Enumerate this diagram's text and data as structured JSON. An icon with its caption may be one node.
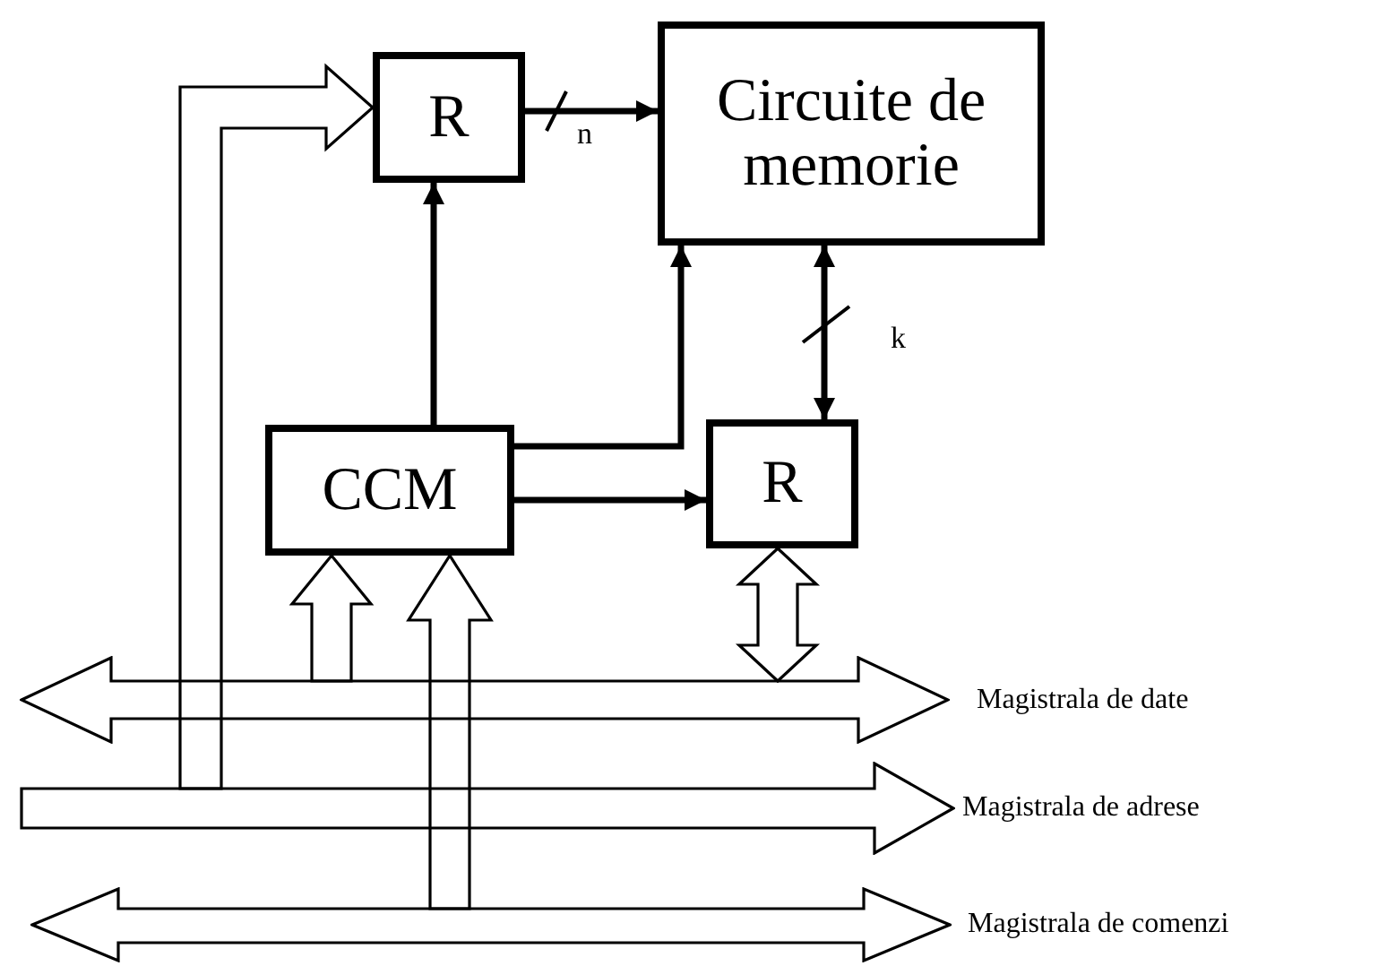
{
  "diagram": {
    "nodes": [
      {
        "text": [
          "R"
        ]
      },
      {
        "text": [
          "Circuite de memorie"
        ]
      },
      {
        "text": [
          "CCM"
        ]
      },
      {
        "text": [
          "R"
        ]
      },
      {
        "text": [
          "Magistrala de date"
        ]
      },
      {
        "text": [
          "Magistrala de adrese"
        ]
      },
      {
        "text": [
          "Magistrala de comenzi"
        ]
      }
    ],
    "edges": [
      {
        "from": 0,
        "to": 1,
        "arrow": "to",
        "label": "n"
      },
      {
        "from": 2,
        "to": 0,
        "arrow": "to"
      },
      {
        "from": 2,
        "to": 1,
        "arrow": "to"
      },
      {
        "from": 1,
        "to": 3,
        "arrow": "both",
        "label": "k"
      },
      {
        "from": 2,
        "to": 3,
        "arrow": "to"
      },
      {
        "from": 5,
        "to": 0,
        "arrow": "to",
        "style": "thick"
      },
      {
        "from": 4,
        "to": 2,
        "arrow": "to",
        "style": "thick"
      },
      {
        "from": 6,
        "to": 2,
        "arrow": "to",
        "style": "thick"
      },
      {
        "from": 3,
        "to": 4,
        "arrow": "both",
        "style": "thick"
      }
    ]
  }
}
